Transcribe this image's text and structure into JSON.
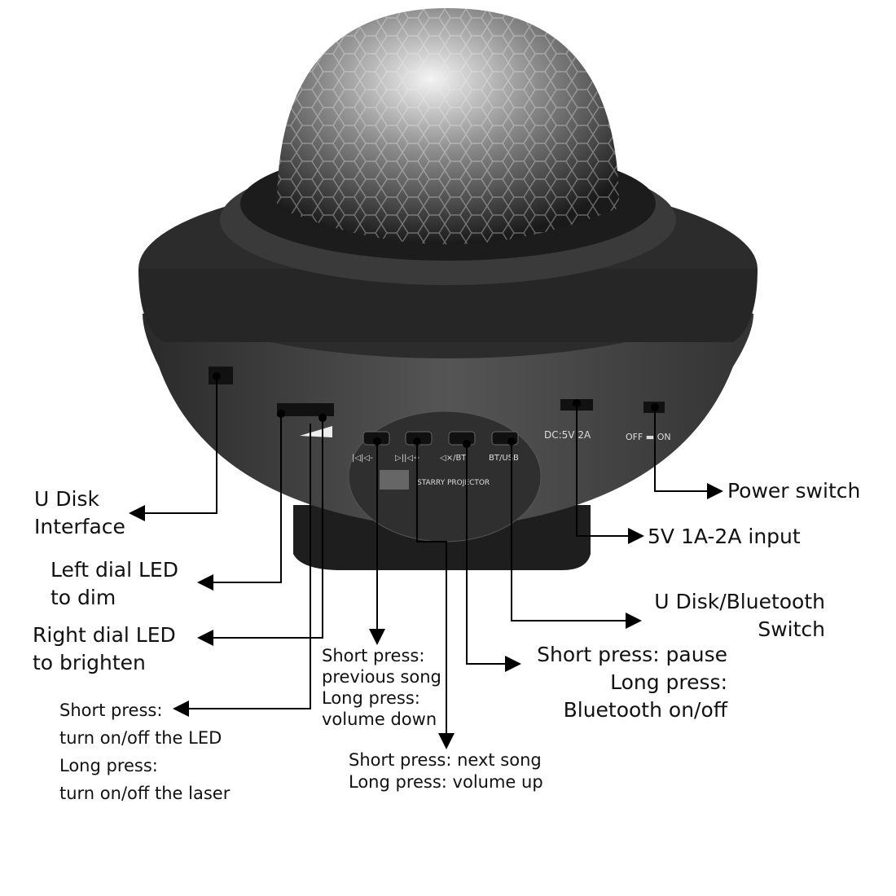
{
  "device": {
    "button_icons": [
      "|◁|◁-",
      "▷||◁+",
      "◁×/BT",
      "BT/USB"
    ],
    "panel_title": "STARRY PROJECTOR",
    "dc_label": "DC:5V 2A",
    "switch_label": "OFF ▬ ON"
  },
  "callouts": {
    "u_disk": "U Disk\nInterface",
    "left_dial": "Left dial LED\nto dim",
    "right_dial": "Right dial LED\nto brighten",
    "led_button": "Short press:\nturn on/off the LED\nLong press:\nturn on/off the laser",
    "prev_button": "Short press:\nprevious song\nLong press:\nvolume down",
    "next_button": "Short press: next song\nLong press: volume up",
    "pause_button": "Short press: pause\nLong press:\nBluetooth on/off",
    "mode_switch": "U Disk/Bluetooth\nSwitch",
    "dc_input": "5V 1A-2A input",
    "power_switch": "Power switch"
  }
}
